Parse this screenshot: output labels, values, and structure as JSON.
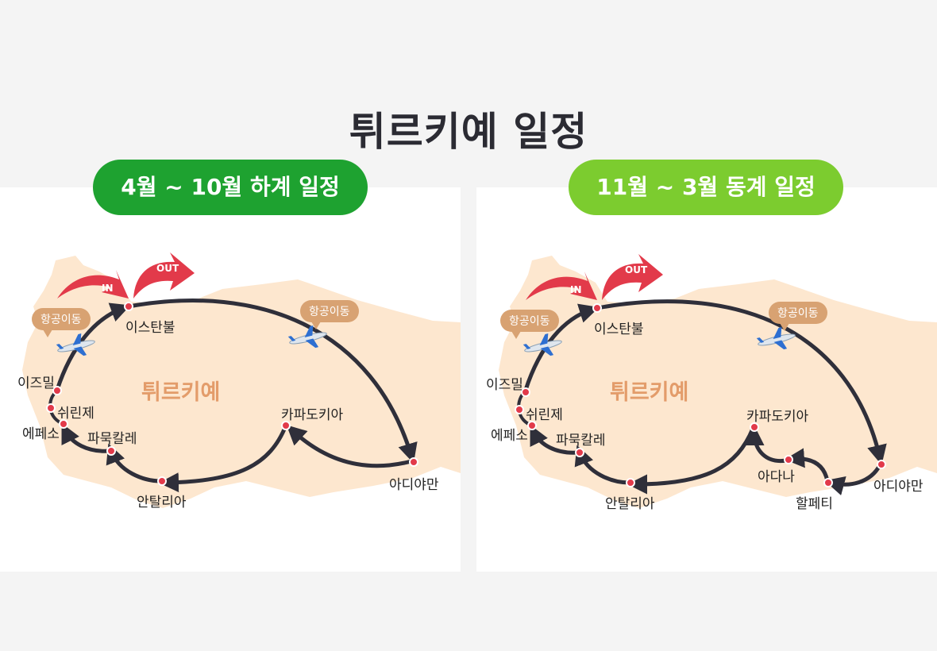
{
  "page": {
    "title": "튀르키예 일정"
  },
  "summer": {
    "label": "4월 ~ 10월 하계 일정",
    "country": "튀르키예",
    "in_label": "IN",
    "out_label": "OUT",
    "bubbles": [
      "항공이동",
      "항공이동"
    ],
    "cities": {
      "istanbul": "이스탄불",
      "izmir": "이즈밀",
      "sirince": "쉬린제",
      "ephesus": "에페소",
      "pamukkale": "파묵칼레",
      "antalya": "안탈리아",
      "cappadocia": "카파도키아",
      "adiyaman": "아디야만"
    }
  },
  "winter": {
    "label": "11월 ~ 3월 동계 일정",
    "country": "튀르키예",
    "in_label": "IN",
    "out_label": "OUT",
    "bubbles": [
      "항공이동",
      "항공이동"
    ],
    "cities": {
      "istanbul": "이스탄불",
      "izmir": "이즈밀",
      "sirince": "쉬린제",
      "ephesus": "에페소",
      "pamukkale": "파묵칼레",
      "antalya": "안탈리아",
      "cappadocia": "카파도키아",
      "adana": "아다나",
      "halfeti": "할페티",
      "adiyaman": "아디야만"
    }
  },
  "colors": {
    "summer_pill": "#1ea230",
    "winter_pill": "#7ccc2f",
    "land": "#fde7cf",
    "route": "#2f2f3a",
    "city_dot": "#e23a4a",
    "in_out_arrow": "#e23a4a",
    "bubble": "#d8a272",
    "country_label": "#e39c6a"
  },
  "icons": [
    "airplane-icon",
    "in-arrow-icon",
    "out-arrow-icon",
    "city-marker-icon"
  ]
}
